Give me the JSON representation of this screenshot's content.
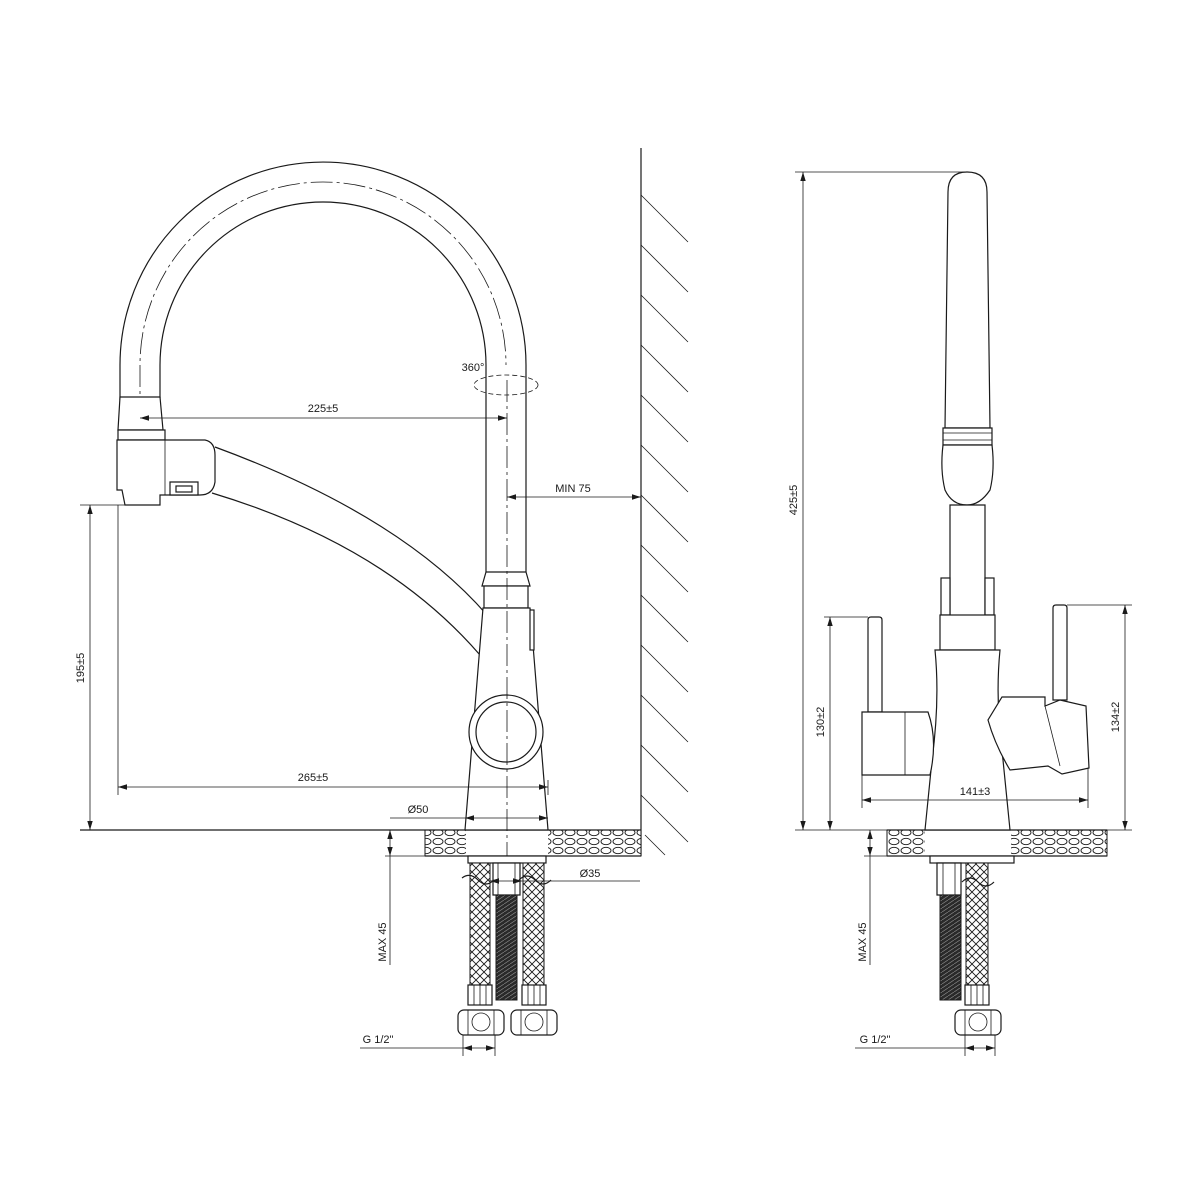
{
  "side_view": {
    "spout_reach": "225±5",
    "wall_clearance": "MIN 75",
    "rotation": "360°",
    "outlet_height": "195±5",
    "total_reach": "265±5",
    "base_diameter": "Ø50",
    "hole_diameter": "Ø35",
    "max_counter": "MAX 45",
    "connection": "G 1/2\""
  },
  "front_view": {
    "total_height": "425±5",
    "left_handle_height": "130±2",
    "right_handle_height": "134±2",
    "width": "141±3",
    "max_counter": "MAX 45",
    "connection": "G 1/2\""
  }
}
